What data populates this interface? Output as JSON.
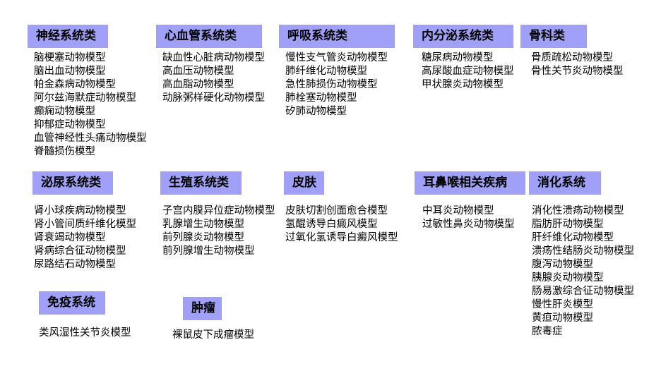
{
  "categories": [
    {
      "title": "神经系统类",
      "items": [
        "脑梗塞动物模型",
        "脑出血动物模型",
        "帕金森病动物模型",
        "阿尔兹海默症动物模型",
        "癫痫动物模型",
        "抑郁症动物模型",
        "血管神经性头痛动物模型",
        "脊髓损伤模型"
      ]
    },
    {
      "title": "心血管系统类",
      "items": [
        "缺血性心脏病动物模型",
        "高血压动物模型",
        "高血脂动物模型",
        "动脉粥样硬化动物模型"
      ]
    },
    {
      "title": "呼吸系统类",
      "items": [
        "慢性支气管炎动物模型",
        "肺纤维化动物模型",
        "急性肺损伤动物模型",
        "肺栓塞动物模型",
        "矽肺动物模型"
      ]
    },
    {
      "title": "内分泌系统类",
      "items": [
        "糖尿病动物模型",
        "高尿酸血症动物模型",
        "甲状腺炎动物模型"
      ]
    },
    {
      "title": "骨科类",
      "items": [
        "骨质疏松动物模型",
        "骨性关节炎动物模型"
      ]
    },
    {
      "title": "泌尿系统类",
      "items": [
        "肾小球疾病动物模型",
        "肾小管间质纤维化模型",
        "肾衰竭动物模型",
        "肾病综合征动物模型",
        "尿路结石动物模型"
      ]
    },
    {
      "title": "生殖系统类",
      "items": [
        "子宫内膜异位症动物模型",
        "乳腺增生动物模型",
        "前列腺炎动物模型",
        "前列腺增生动物模型"
      ]
    },
    {
      "title": "皮肤",
      "items": [
        "皮肤切割创面愈合模型",
        "氢醌诱导白癜风模型",
        "过氧化氢诱导白癜风模型"
      ]
    },
    {
      "title": "耳鼻喉相关疾病",
      "items": [
        "中耳炎动物模型",
        "过敏性鼻炎动物模型"
      ]
    },
    {
      "title": "消化系统",
      "items": [
        "消化性溃疡动物模型",
        "脂肪肝动物模型",
        "肝纤维化动物模型",
        "溃疡性结肠炎动物模型",
        "腹泻动物模型",
        "胰腺炎动物模型",
        "肠易激综合征动物模型",
        "慢性肝炎模型",
        "黄疸动物模型",
        "脓毒症"
      ]
    },
    {
      "title": "免疫系统",
      "items": [
        "类风湿性关节炎模型"
      ]
    },
    {
      "title": "肿瘤",
      "items": [
        "裸鼠皮下成瘤模型"
      ]
    }
  ],
  "header_color": "#a0a0f8"
}
